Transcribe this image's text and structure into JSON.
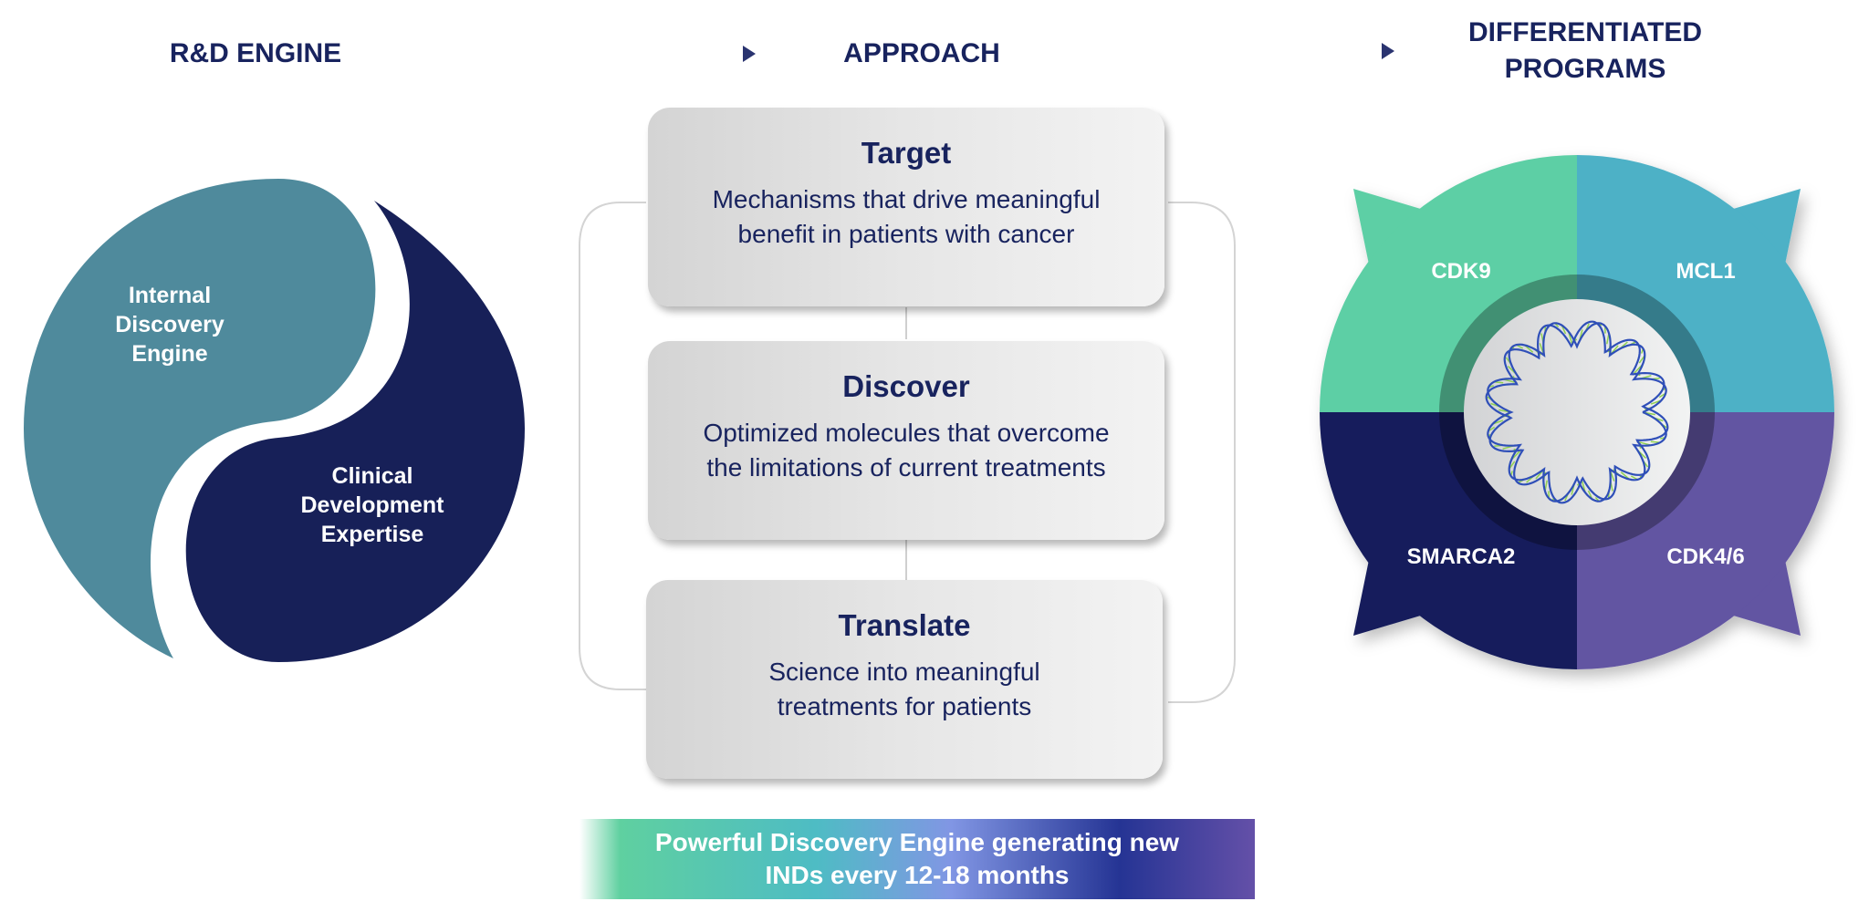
{
  "headers": {
    "rd_engine": "R&D ENGINE",
    "approach": "APPROACH",
    "differentiated_line1": "DIFFERENTIATED",
    "differentiated_line2": "PROGRAMS"
  },
  "rd_engine": {
    "discovery": [
      "Internal",
      "Discovery",
      "Engine"
    ],
    "clinical": [
      "Clinical",
      "Development",
      "Expertise"
    ]
  },
  "approach": [
    {
      "title": "Target",
      "desc": "Mechanisms that drive meaningful benefit in patients with cancer"
    },
    {
      "title": "Discover",
      "desc": "Optimized molecules that overcome the limitations of current treatments"
    },
    {
      "title": "Translate",
      "desc": "Science into meaningful treatments for patients"
    }
  ],
  "banner": {
    "line1": "Powerful Discovery Engine generating new",
    "line2": "INDs every 12-18 months"
  },
  "programs": [
    {
      "name": "CDK9",
      "color": "#5dcfa5"
    },
    {
      "name": "MCL1",
      "color": "#4db1c6"
    },
    {
      "name": "SMARCA2",
      "color": "#141f5c"
    },
    {
      "name": "CDK4/6",
      "color": "#6254a2"
    }
  ],
  "colors": {
    "navy": "#18235e",
    "teal": "#4f8a9c",
    "dark_navy": "#172058"
  }
}
